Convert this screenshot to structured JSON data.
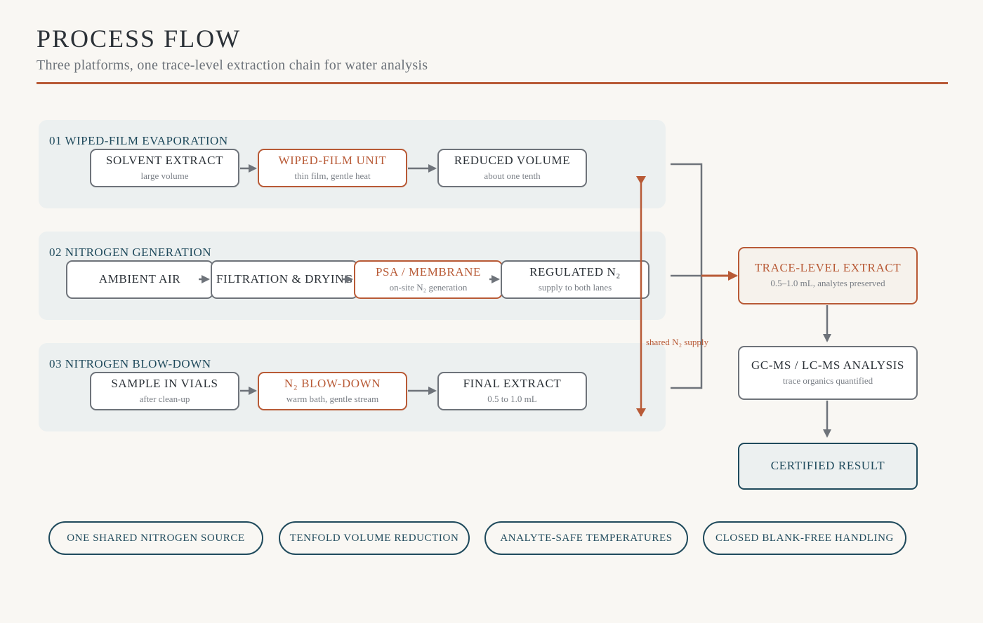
{
  "header": {
    "title": "PROCESS FLOW",
    "subtitle": "Three platforms, one trace-level extraction chain for water analysis"
  },
  "lanes": [
    {
      "title": "01  WIPED-FILM EVAPORATION",
      "nodes": [
        {
          "title": "SOLVENT EXTRACT",
          "sub": "large volume"
        },
        {
          "title": "WIPED-FILM UNIT",
          "sub": "thin film, gentle heat"
        },
        {
          "title": "REDUCED VOLUME",
          "sub": "about one tenth"
        }
      ]
    },
    {
      "title": "02  NITROGEN GENERATION",
      "nodes": [
        {
          "title": "AMBIENT AIR",
          "sub": ""
        },
        {
          "title": "FILTRATION & DRYING",
          "sub": ""
        },
        {
          "title": "PSA / MEMBRANE",
          "sub": "on-site N₂ generation"
        },
        {
          "title": "REGULATED N₂",
          "sub": "supply to both lanes"
        }
      ]
    },
    {
      "title": "03  NITROGEN BLOW-DOWN",
      "nodes": [
        {
          "title": "SAMPLE IN VIALS",
          "sub": "after clean-up"
        },
        {
          "title": "N₂ BLOW-DOWN",
          "sub": "warm bath, gentle stream"
        },
        {
          "title": "FINAL EXTRACT",
          "sub": "0.5 to 1.0 mL"
        }
      ]
    }
  ],
  "shared_supply_label": "shared N₂ supply",
  "output": {
    "trace": {
      "title": "TRACE-LEVEL EXTRACT",
      "sub": "0.5–1.0 mL, analytes preserved"
    },
    "analysis": {
      "title": "GC-MS / LC-MS ANALYSIS",
      "sub": "trace organics quantified"
    },
    "result": {
      "title": "CERTIFIED RESULT"
    }
  },
  "pills": [
    "ONE SHARED NITROGEN SOURCE",
    "TENFOLD VOLUME REDUCTION",
    "ANALYTE-SAFE TEMPERATURES",
    "CLOSED BLANK-FREE HANDLING"
  ],
  "colors": {
    "accent": "#b85a36",
    "teal": "#1f4a5c",
    "neutral": "#6e737a",
    "lane_bg": "#ecf0f0",
    "page_bg": "#f9f7f3"
  }
}
